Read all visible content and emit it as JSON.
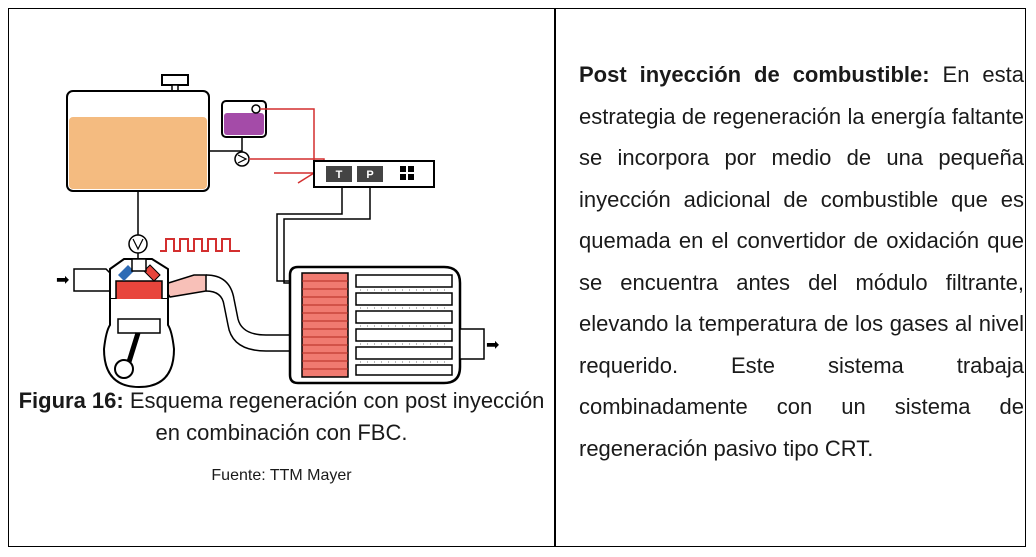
{
  "figure": {
    "caption_label": "Figura 16:",
    "caption_text": " Esquema regeneración con post inyección en combinación con FBC.",
    "source": "Fuente: TTM Mayer",
    "controller": {
      "t_label": "T",
      "p_label": "P"
    }
  },
  "text": {
    "lead": "Post inyección de combustible:",
    "body": " En esta estrategia de regeneración la energía faltante se incorpora por medio de una pequeña inyección adicional de combustible que es quemada en el convertidor de oxidación que se encuentra antes del módulo filtrante, elevando la temperatura de los gases al nivel requerido. Este sistema trabaja combinadamente con un sistema de regeneración pasivo tipo CRT."
  },
  "colors": {
    "fuel": "#f4bb80",
    "additive": "#a44ba8",
    "engine": "#e8453c",
    "signal": "#d32f2f",
    "injector_blue": "#2e6bb5"
  }
}
